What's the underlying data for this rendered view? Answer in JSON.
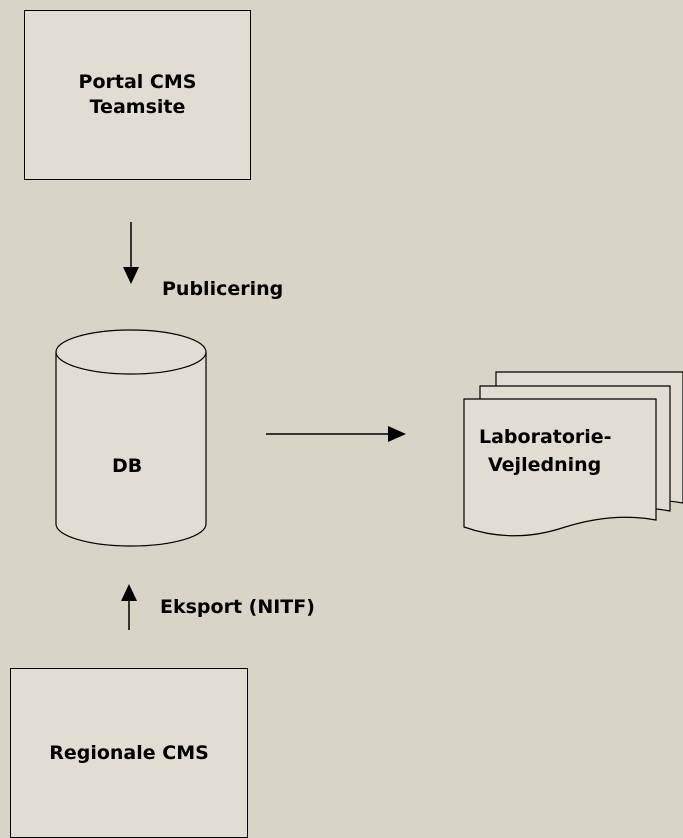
{
  "portal": {
    "line1": "Portal CMS",
    "line2": "Teamsite"
  },
  "publish_label": "Publicering",
  "db_label": "DB",
  "document": {
    "line1": "Laboratorie-",
    "line2": "Vejledning"
  },
  "export_label": "Eksport (NITF)",
  "regional_label": "Regionale CMS",
  "colors": {
    "background": "#d8d4c6",
    "box_fill": "#e2ddd2",
    "stroke": "#000000"
  }
}
